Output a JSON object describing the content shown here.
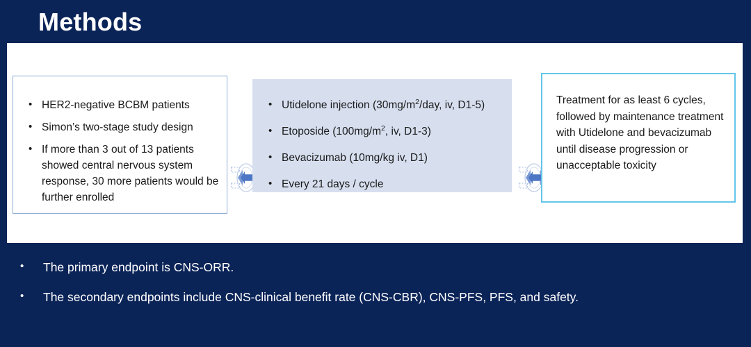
{
  "slide": {
    "title": "Methods",
    "background_color": "#0b2458",
    "panel_color": "#ffffff"
  },
  "flow": {
    "eligibility_box": {
      "border_color": "#8fa9d4",
      "bullets": [
        "HER2-negative BCBM patients",
        "Simon’s two-stage study design",
        "If more than 3 out of 13 patients showed central nervous system response, 30 more patients would be further enrolled"
      ]
    },
    "regimen_box": {
      "fill_color": "#d7dfef",
      "bullets": [
        {
          "prefix": "Utidelone injection (30mg/m",
          "sup": "2",
          "suffix": "/day, iv, D1-5)"
        },
        {
          "prefix": "Etoposide (100mg/m",
          "sup": "2",
          "suffix": ", iv, D1-3)"
        },
        {
          "prefix": "Bevacizumab (10mg/kg iv, D1)",
          "sup": "",
          "suffix": ""
        },
        {
          "prefix": "Every 21 days / cycle",
          "sup": "",
          "suffix": ""
        }
      ]
    },
    "maintenance_box": {
      "border_color": "#63c6e8",
      "text": "Treatment for as least 6 cycles, followed by maintenance treatment with Utidelone and bevacizumab until disease progression or unacceptable toxicity"
    },
    "connectors": [
      {
        "name": "arrow-right-1"
      },
      {
        "name": "arrow-right-2"
      }
    ]
  },
  "endpoints": [
    "The primary endpoint is CNS-ORR.",
    "The secondary endpoints include CNS-clinical benefit rate (CNS-CBR), CNS-PFS, PFS, and safety."
  ]
}
